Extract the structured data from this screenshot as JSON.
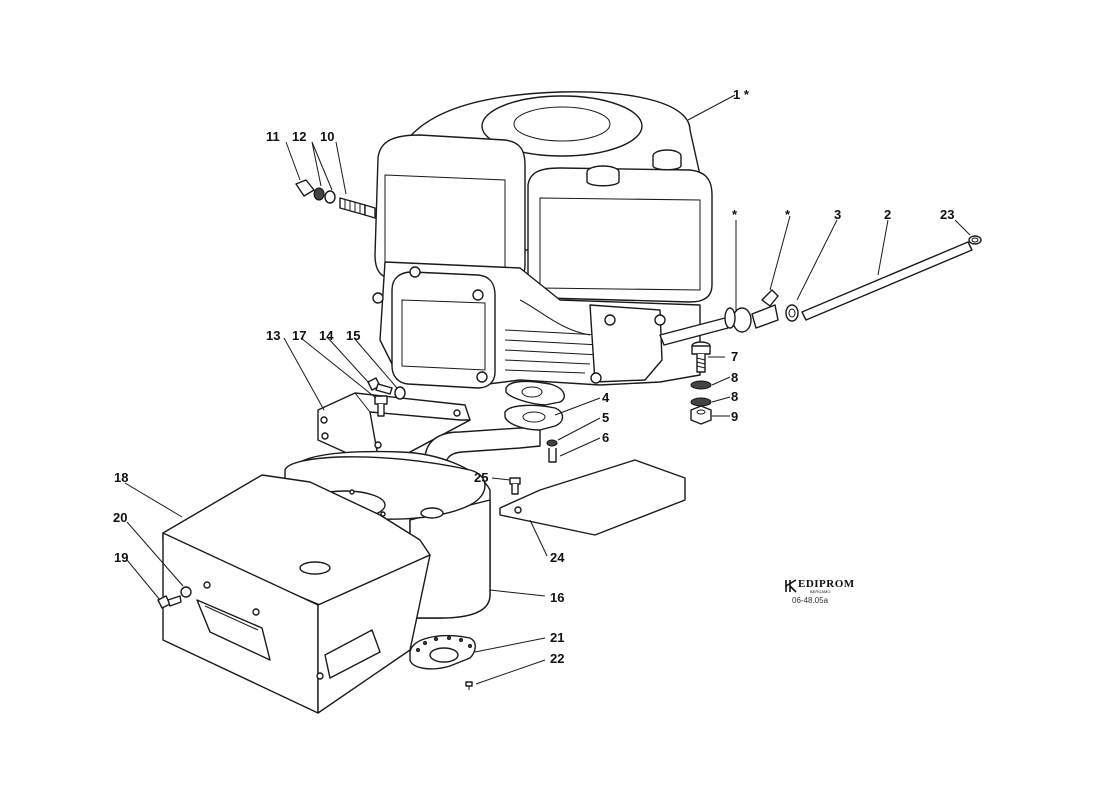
{
  "callouts": {
    "c1": "1 *",
    "c2": "2",
    "c3": "3",
    "c4": "4",
    "c5": "5",
    "c6": "6",
    "c7": "7",
    "c8a": "8",
    "c8b": "8",
    "c9": "9",
    "c10": "10",
    "c11": "11",
    "c12": "12",
    "c13": "13",
    "c14": "14",
    "c15": "15",
    "c16": "16",
    "c17": "17",
    "c18": "18",
    "c19": "19",
    "c20": "20",
    "c21": "21",
    "c22": "22",
    "c23": "23",
    "c24": "24",
    "c25": "25",
    "star_a": "*",
    "star_b": "*"
  },
  "logo": {
    "name": "EDIPROM",
    "subtitle": "BERGAMO",
    "drawing_code": "06-48.05a"
  }
}
